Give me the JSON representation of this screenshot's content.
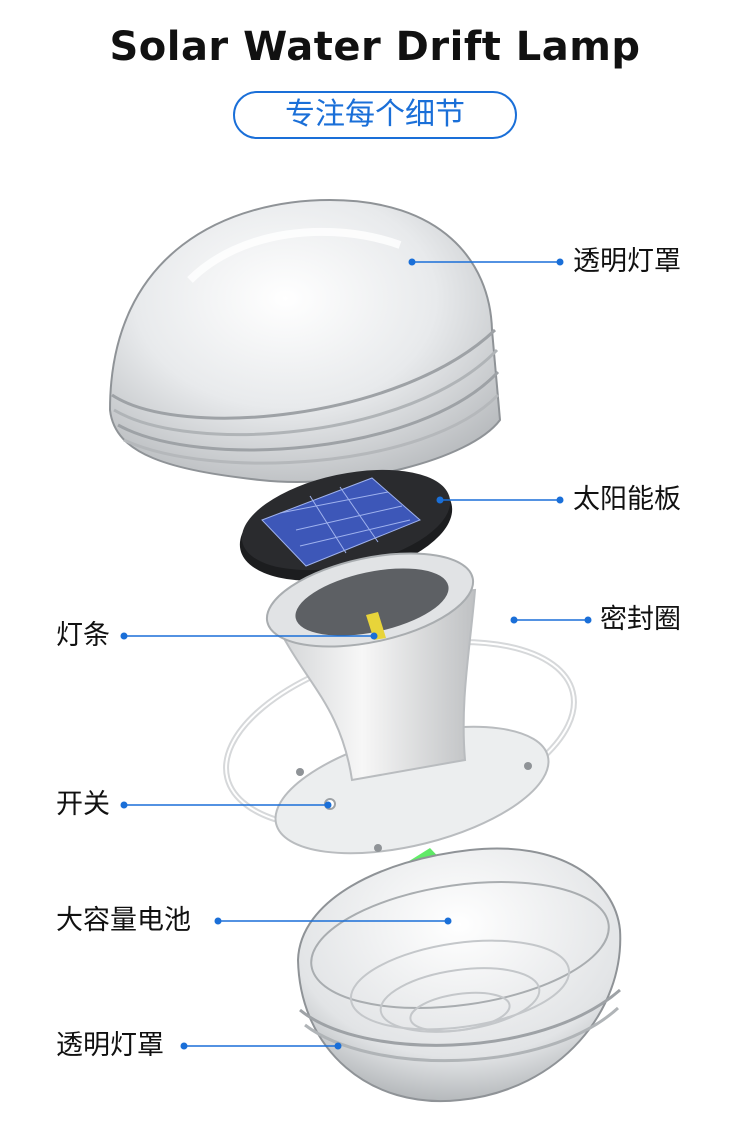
{
  "header": {
    "title": "Solar Water Drift Lamp",
    "subtitle": "专注每个细节"
  },
  "colors": {
    "accent": "#1a6fd8",
    "text": "#111111",
    "battery_green": "#3be04a",
    "solar_blue": "#3d57b8"
  },
  "callouts": [
    {
      "label": "透明灯罩"
    },
    {
      "label": "太阳能板"
    },
    {
      "label": "密封圈"
    },
    {
      "label": "灯条"
    },
    {
      "label": "开关"
    },
    {
      "label": "大容量电池"
    },
    {
      "label": "透明灯罩"
    }
  ]
}
